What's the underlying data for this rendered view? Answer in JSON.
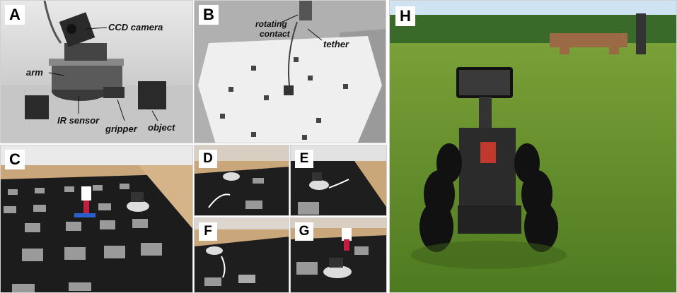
{
  "panels": {
    "A": {
      "letter": "A",
      "labels": {
        "camera": "CCD camera",
        "arm": "arm",
        "ir": "IR sensor",
        "gripper": "gripper",
        "object": "object"
      }
    },
    "B": {
      "letter": "B",
      "labels": {
        "contact_line1": "rotating",
        "contact_line2": "contact",
        "tether": "tether"
      }
    },
    "C": {
      "letter": "C"
    },
    "D": {
      "letter": "D"
    },
    "E": {
      "letter": "E"
    },
    "F": {
      "letter": "F"
    },
    "G": {
      "letter": "G"
    },
    "H": {
      "letter": "H"
    }
  }
}
